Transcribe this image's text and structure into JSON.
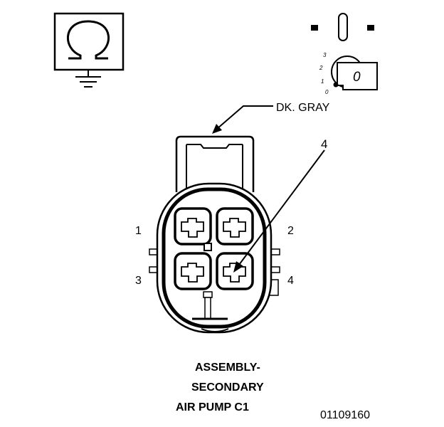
{
  "wire_color_label": "DK. GRAY",
  "callout_label": "4",
  "pins": {
    "p1": "1",
    "p2": "2",
    "p3": "3",
    "p4": "4"
  },
  "ignition_key": {
    "key_label": "0",
    "positions": {
      "pos3": "3",
      "pos2": "2",
      "pos1": "1",
      "pos0": "0"
    }
  },
  "caption": {
    "line1": "ASSEMBLY-",
    "line2": "SECONDARY",
    "line3": "AIR PUMP C1"
  },
  "figure_number": "01109160",
  "icons": [
    "ohmmeter-icon",
    "ground-icon",
    "ignition-switch-icon",
    "ignition-key-icon"
  ]
}
